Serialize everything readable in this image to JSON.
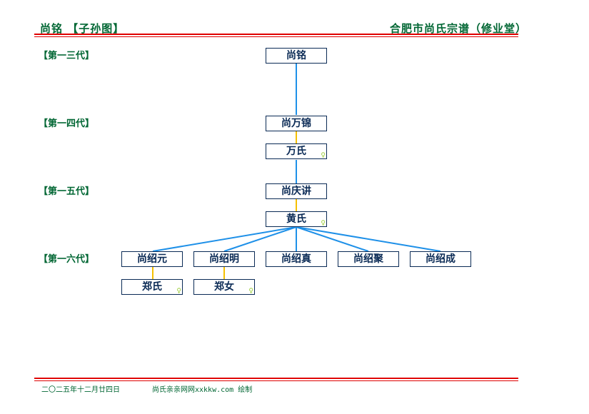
{
  "header": {
    "left_title": "尚铭  【子孙图】",
    "right_title": "合肥市尚氏宗谱（修业堂）"
  },
  "generations": [
    {
      "label": "【第一三代】"
    },
    {
      "label": "【第一四代】"
    },
    {
      "label": "【第一五代】"
    },
    {
      "label": "【第一六代】"
    }
  ],
  "nodes": {
    "root": {
      "name": "尚铭"
    },
    "g14": {
      "name": "尚万锦"
    },
    "g14_spouse": {
      "name": "万氏",
      "marker": "♀"
    },
    "g15": {
      "name": "尚庆讲"
    },
    "g15_spouse": {
      "name": "黄氏",
      "marker": "♀"
    },
    "g16": [
      {
        "name": "尚绍元",
        "spouse": {
          "name": "郑氏",
          "marker": "♀"
        }
      },
      {
        "name": "尚绍明",
        "spouse": {
          "name": "郑女",
          "marker": "♀"
        }
      },
      {
        "name": "尚绍真"
      },
      {
        "name": "尚绍聚"
      },
      {
        "name": "尚绍成"
      }
    ]
  },
  "colors": {
    "title_green": "#006633",
    "rule_red": "#e00000",
    "node_border": "#0a2a55",
    "descent_line": "#1e90e8",
    "marriage_line": "#f5c000",
    "female_marker": "#99cc33"
  },
  "footer": {
    "date": "二〇二五年十二月廿四日",
    "credit": "尚氏亲亲网网xxkkw.com 绘制"
  }
}
